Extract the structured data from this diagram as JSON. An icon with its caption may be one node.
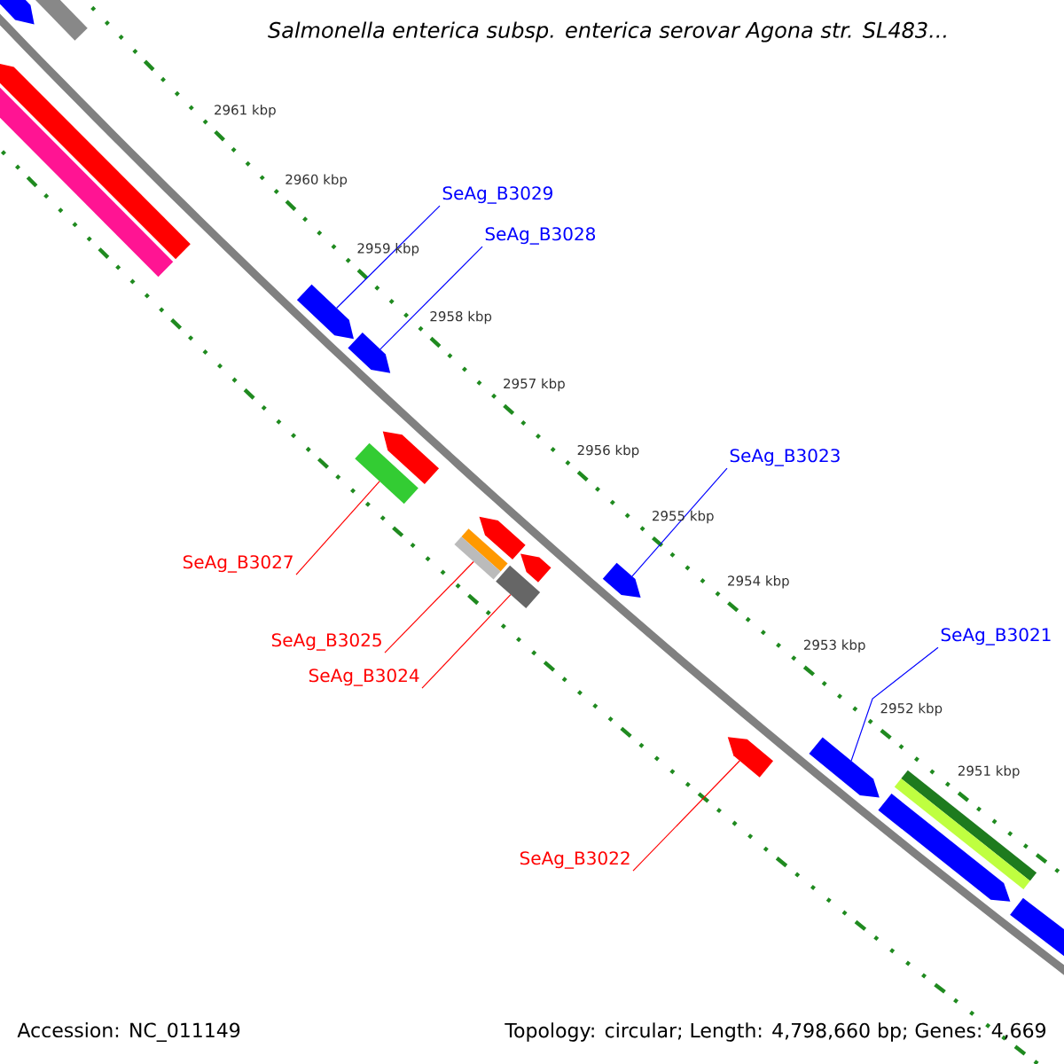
{
  "diagram": {
    "title": "Salmonella enterica subsp. enterica serovar Agona str. SL483...",
    "nodes": [
      {
        "text": [],
        "shape": "bar"
      },
      {
        "text": [],
        "shape": "pentagon"
      },
      {
        "text": [],
        "shape": "bar"
      },
      {
        "text": [],
        "shape": "pentagon"
      },
      {
        "text": [],
        "shape": "pentagon"
      },
      {
        "text": [],
        "shape": "pentagon"
      },
      {
        "text": [],
        "shape": "pentagon"
      },
      {
        "text": [],
        "shape": "bar"
      },
      {
        "text": [],
        "shape": "bar"
      },
      {
        "text": [],
        "shape": "pentagon"
      },
      {
        "text": [],
        "shape": "bar"
      },
      {
        "text": [],
        "shape": "pentagon"
      },
      {
        "text": [],
        "shape": "pentagon"
      },
      {
        "text": [],
        "shape": "pentagon"
      },
      {
        "text": [],
        "shape": "pentagon"
      },
      {
        "text": [],
        "shape": "pentagon"
      },
      {
        "text": [],
        "shape": "bar"
      },
      {
        "text": [],
        "shape": "pentagon"
      },
      {
        "text": [
          "SeAg_B3029"
        ]
      },
      {
        "text": [
          "SeAg_B3028"
        ]
      },
      {
        "text": [
          "SeAg_B3023"
        ]
      },
      {
        "text": [
          "SeAg_B3027"
        ]
      },
      {
        "text": [
          "SeAg_B3021"
        ]
      },
      {
        "text": [
          "SeAg_B3025"
        ]
      },
      {
        "text": [
          "SeAg_B3024"
        ]
      },
      {
        "text": [
          "SeAg_B3022"
        ]
      }
    ],
    "edges": [
      {
        "from": 18,
        "to": 4,
        "arrow": "none",
        "color": "#0000ff"
      },
      {
        "from": 19,
        "to": 5,
        "arrow": "none",
        "color": "#0000ff"
      },
      {
        "from": 20,
        "to": 12,
        "arrow": "none",
        "color": "#0000ff"
      },
      {
        "from": 21,
        "to": 7,
        "arrow": "none",
        "color": "#ff0000"
      },
      {
        "from": 22,
        "to": 14,
        "arrow": "none",
        "color": "#0000ff"
      },
      {
        "from": 23,
        "to": 8,
        "arrow": "none",
        "color": "#ff0000"
      },
      {
        "from": 24,
        "to": 10,
        "arrow": "none",
        "color": "#ff0000"
      },
      {
        "from": 25,
        "to": 13,
        "arrow": "none",
        "color": "#ff0000"
      }
    ],
    "labels": [
      "2961 kbp",
      "2960 kbp",
      "2959 kbp",
      "2958 kbp",
      "2957 kbp",
      "2956 kbp",
      "2955 kbp",
      "2954 kbp",
      "2953 kbp",
      "2952 kbp",
      "2951 kbp",
      "Accession: NC_011149",
      "Topology: circular; Length: 4,798,660 bp; Genes: 4,669"
    ]
  }
}
